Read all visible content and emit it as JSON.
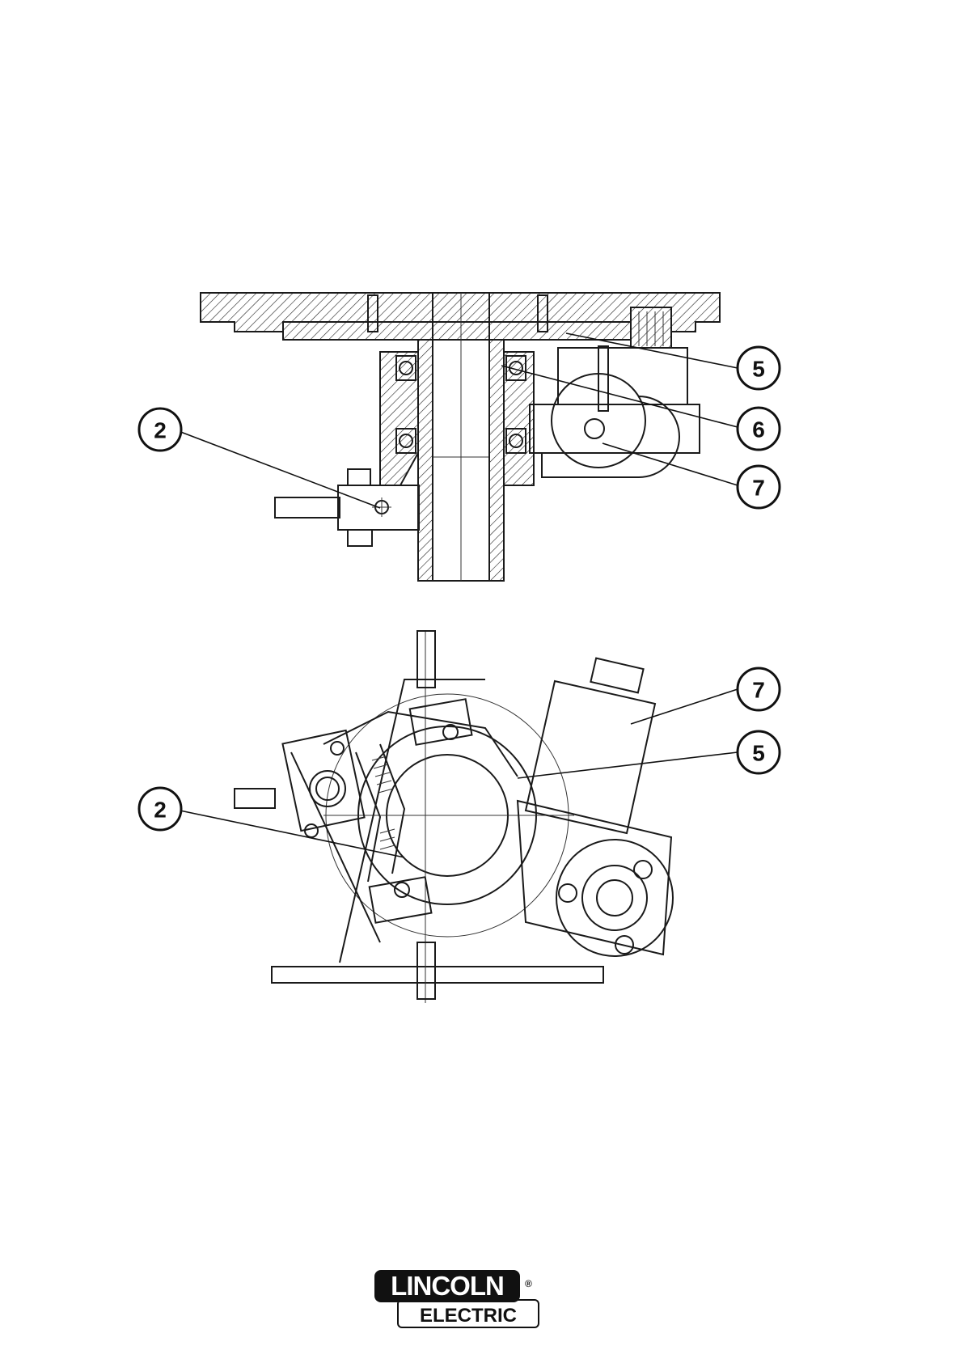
{
  "callouts": {
    "top_view": [
      "5",
      "6",
      "7",
      "2"
    ],
    "bottom_view": [
      "7",
      "5",
      "2"
    ]
  },
  "logo": {
    "line1": "LINCOLN",
    "line2": "ELECTRIC",
    "registered": "®"
  },
  "colors": {
    "ink": "#1a1a1a",
    "paper": "#ffffff"
  }
}
